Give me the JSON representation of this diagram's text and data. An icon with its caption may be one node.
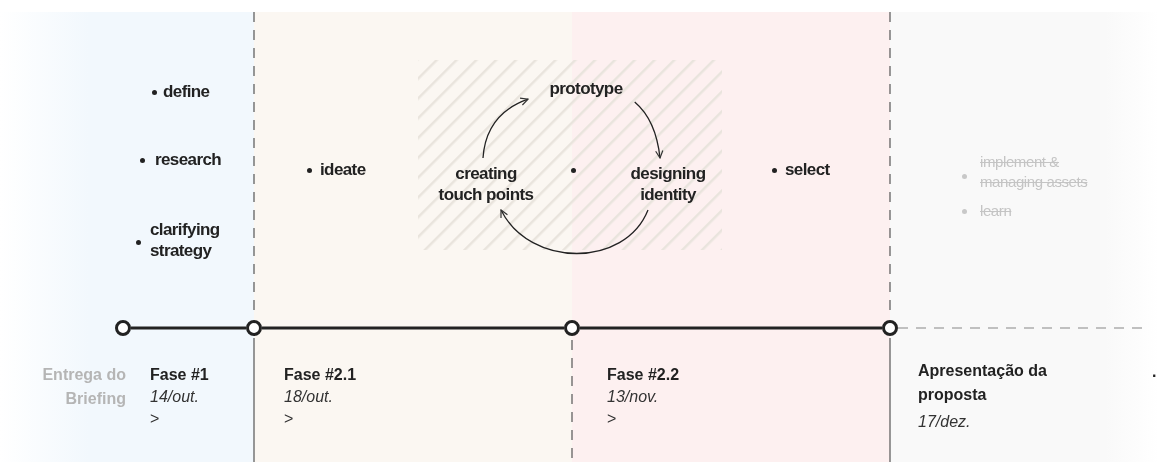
{
  "diagram": {
    "nodes": [
      {
        "text": [],
        "shape": "circle",
        "beside": [
          "Entrega do Briefing",
          "Fase #1",
          "14/out.",
          ">"
        ]
      },
      {
        "text": [],
        "shape": "circle",
        "beside": [
          "Fase #2.1",
          "18/out.",
          ">"
        ]
      },
      {
        "text": [],
        "shape": "circle",
        "beside": [
          "Fase #2.2",
          "13/nov.",
          ">"
        ]
      },
      {
        "text": [],
        "shape": "circle",
        "beside": [
          "Apresentação da proposta",
          "17/dez."
        ]
      },
      {
        "text": [
          "prototype"
        ]
      },
      {
        "text": [
          "designing identity"
        ]
      },
      {
        "text": [
          "creating touch points"
        ]
      }
    ],
    "edges": [
      {
        "from": 0,
        "to": 1,
        "arrow": "none"
      },
      {
        "from": 1,
        "to": 2,
        "arrow": "none"
      },
      {
        "from": 2,
        "to": 3,
        "arrow": "none"
      },
      {
        "from": 3,
        "to": null,
        "arrow": "none",
        "style": "dashed",
        "color": "#c0c0c0"
      },
      {
        "from": 4,
        "to": 5,
        "arrow": "to"
      },
      {
        "from": 5,
        "to": 6,
        "arrow": "to"
      },
      {
        "from": 6,
        "to": 4,
        "arrow": "to"
      }
    ],
    "labels": [
      "define",
      "research",
      "clarifying strategy",
      "ideate",
      "select",
      "implement & managing assets",
      "learn",
      "."
    ]
  }
}
